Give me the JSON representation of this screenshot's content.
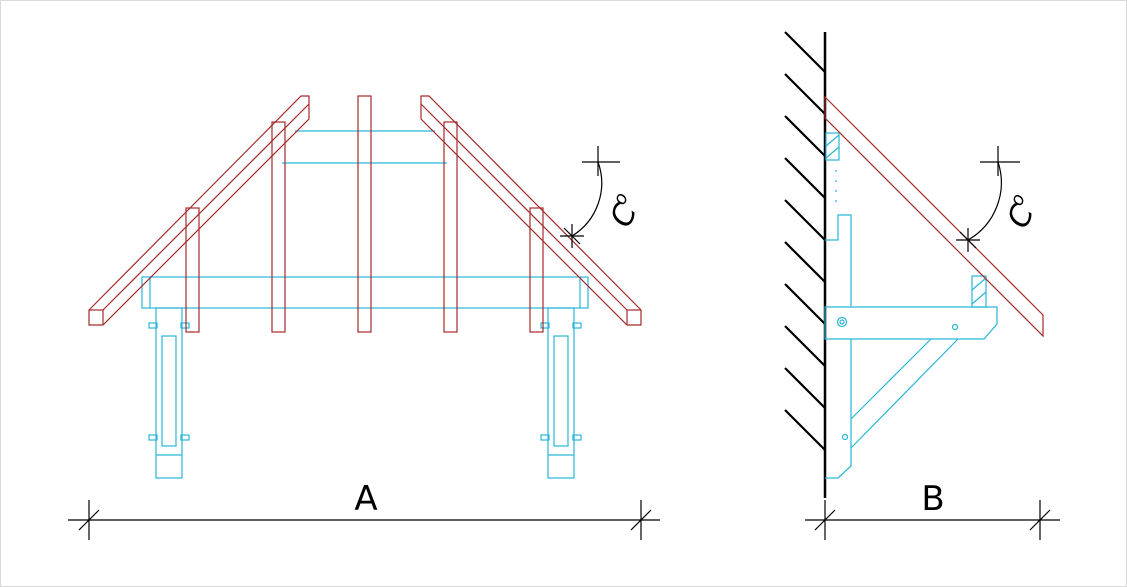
{
  "drawing": {
    "front_view_label": "A",
    "side_view_label": "B",
    "angle_symbol": "C",
    "degree_mark": "o"
  },
  "colors": {
    "roof": "#a52a2a",
    "structure": "#29b6d8",
    "dimension": "#000000"
  }
}
